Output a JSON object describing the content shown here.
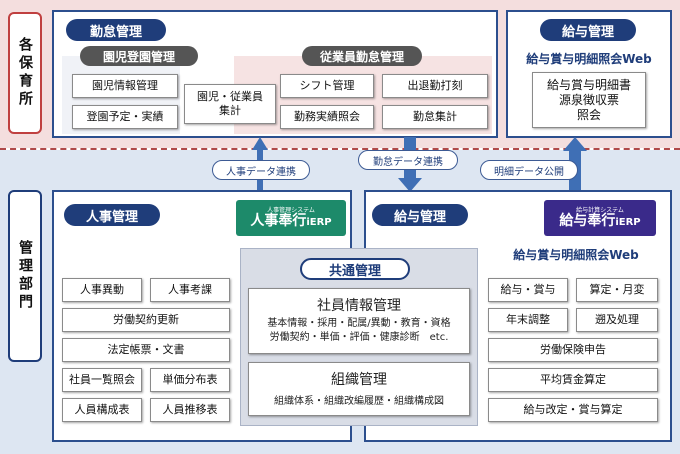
{
  "sections": {
    "top": "各保育所",
    "bottom": "管理部門"
  },
  "attendance": {
    "title": "勤怠管理",
    "child_group": {
      "title": "園児登園管理",
      "items": [
        "園児情報管理",
        "登園予定・実績"
      ]
    },
    "shared_box": "園児・従業員\n集計",
    "employee_group": {
      "title": "従業員勤怠管理",
      "items": [
        "シフト管理",
        "出退勤打刻",
        "勤務実績照会",
        "勤怠集計"
      ]
    }
  },
  "payroll_top": {
    "title": "給与管理",
    "web_title": "給与賞与明細照会Web",
    "box": "給与賞与明細書\n源泉徴収票\n照会"
  },
  "connectors": {
    "hr_data": "人事データ連携",
    "attendance_data": "勤怠データ連携",
    "statement": "明細データ公開"
  },
  "hr": {
    "title": "人事管理",
    "logo_small": "人事管理システム",
    "logo_main": "人事奉行",
    "logo_suffix": "iERP",
    "logo_color": "#1d8a6a",
    "items_pair_1": [
      "人事異動",
      "人事考課"
    ],
    "full_1": "労働契約更新",
    "full_2": "法定帳票・文書",
    "items_pair_2": [
      "社員一覧照会",
      "単価分布表"
    ],
    "items_pair_3": [
      "人員構成表",
      "人員推移表"
    ]
  },
  "common": {
    "title": "共通管理",
    "employee_info": {
      "title": "社員情報管理",
      "desc": "基本情報・採用・配属/異動・教育・資格\n労働契約・単価・評価・健康診断　etc."
    },
    "org": {
      "title": "組織管理",
      "desc": "組織体系・組織改編履歴・組織構成図"
    }
  },
  "payroll": {
    "title": "給与管理",
    "logo_small": "給与計算システム",
    "logo_main": "給与奉行",
    "logo_suffix": "iERP",
    "logo_color": "#3a2a8a",
    "web_title": "給与賞与明細照会Web",
    "items_pair_1": [
      "給与・賞与",
      "算定・月変"
    ],
    "items_pair_2": [
      "年末調整",
      "遡及処理"
    ],
    "full_1": "労働保険申告",
    "full_2": "平均賃金算定",
    "full_3": "給与改定・賞与算定"
  }
}
